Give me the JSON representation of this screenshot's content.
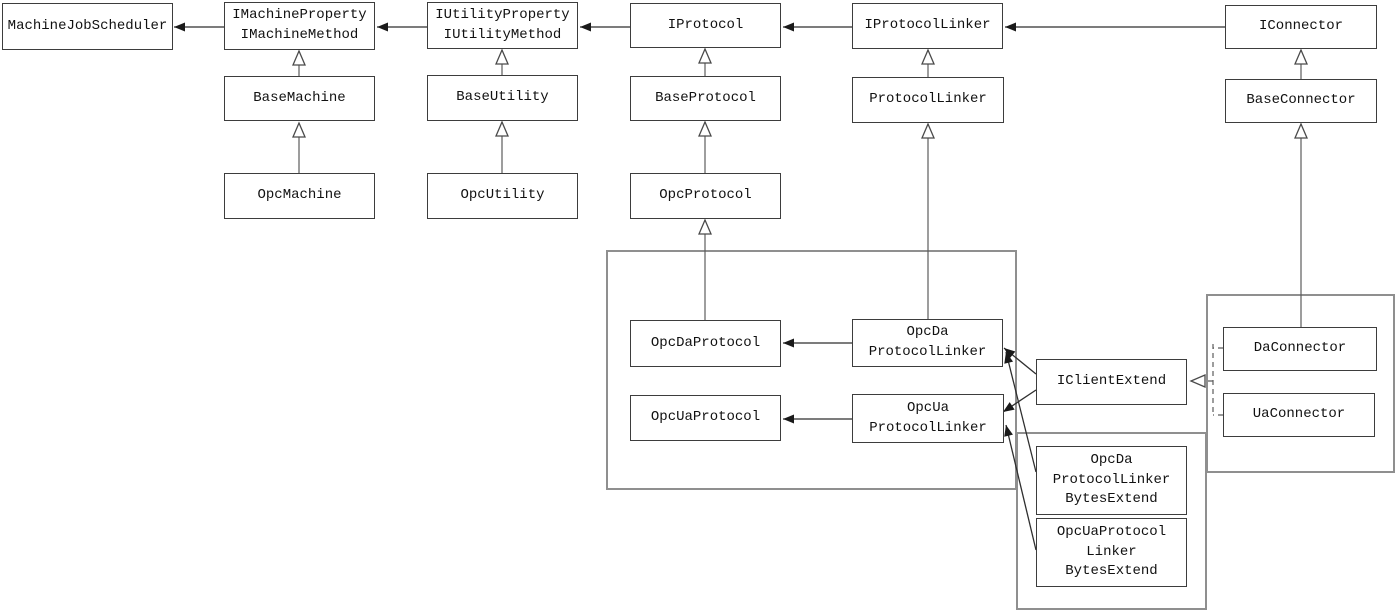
{
  "diagram": {
    "title": "OPC machine/protocol/connector class diagram",
    "nodes": {
      "machineJobScheduler": {
        "label": "MachineJobScheduler"
      },
      "iMachine": {
        "label": "IMachineProperty\nIMachineMethod"
      },
      "baseMachine": {
        "label": "BaseMachine"
      },
      "opcMachine": {
        "label": "OpcMachine"
      },
      "iUtility": {
        "label": "IUtilityProperty\nIUtilityMethod"
      },
      "baseUtility": {
        "label": "BaseUtility"
      },
      "opcUtility": {
        "label": "OpcUtility"
      },
      "iProtocol": {
        "label": "IProtocol"
      },
      "baseProtocol": {
        "label": "BaseProtocol"
      },
      "opcProtocol": {
        "label": "OpcProtocol"
      },
      "iProtocolLinker": {
        "label": "IProtocolLinker"
      },
      "protocolLinker": {
        "label": "ProtocolLinker"
      },
      "iConnector": {
        "label": "IConnector"
      },
      "baseConnector": {
        "label": "BaseConnector"
      },
      "opcDaProtocol": {
        "label": "OpcDaProtocol"
      },
      "opcUaProtocol": {
        "label": "OpcUaProtocol"
      },
      "opcDaProtocolLinker": {
        "label": "OpcDa\nProtocolLinker"
      },
      "opcUaProtocolLinker": {
        "label": "OpcUa\nProtocolLinker"
      },
      "iClientExtend": {
        "label": "IClientExtend"
      },
      "daConnector": {
        "label": "DaConnector"
      },
      "uaConnector": {
        "label": "UaConnector"
      },
      "opcDaProtocolLinkerBytesExtend": {
        "label": "OpcDa\nProtocolLinker\nBytesExtend"
      },
      "opcUaProtocolLinkerBytesExtend": {
        "label": "OpcUaProtocol\nLinker\nBytesExtend"
      }
    },
    "edges": {
      "association_arrows": [
        {
          "from": "iMachine",
          "to": "machineJobScheduler"
        },
        {
          "from": "iUtility",
          "to": "iMachine"
        },
        {
          "from": "iProtocol",
          "to": "iUtility"
        },
        {
          "from": "iProtocolLinker",
          "to": "iProtocol"
        },
        {
          "from": "iConnector",
          "to": "iProtocolLinker"
        },
        {
          "from": "opcDaProtocolLinker",
          "to": "opcDaProtocol"
        },
        {
          "from": "opcUaProtocolLinker",
          "to": "opcUaProtocol"
        },
        {
          "from": "iClientExtend",
          "to": "opcDaProtocolLinker"
        },
        {
          "from": "iClientExtend",
          "to": "opcUaProtocolLinker"
        },
        {
          "from": "opcDaProtocolLinkerBytesExtend",
          "to": "opcDaProtocolLinker"
        },
        {
          "from": "opcUaProtocolLinkerBytesExtend",
          "to": "opcUaProtocolLinker"
        }
      ],
      "inheritance": [
        {
          "from": "baseMachine",
          "to": "iMachine"
        },
        {
          "from": "opcMachine",
          "to": "baseMachine"
        },
        {
          "from": "baseUtility",
          "to": "iUtility"
        },
        {
          "from": "opcUtility",
          "to": "baseUtility"
        },
        {
          "from": "baseProtocol",
          "to": "iProtocol"
        },
        {
          "from": "opcProtocol",
          "to": "baseProtocol"
        },
        {
          "from": "opcDaProtocol",
          "to": "opcProtocol"
        },
        {
          "from": "protocolLinker",
          "to": "iProtocolLinker"
        },
        {
          "from": "opcDaProtocolLinker",
          "to": "protocolLinker"
        },
        {
          "from": "baseConnector",
          "to": "iConnector"
        },
        {
          "from": "daConnector",
          "to": "baseConnector"
        }
      ],
      "realization_dashed": [
        {
          "from": "daConnector",
          "to": "iClientExtend"
        },
        {
          "from": "uaConnector",
          "to": "iClientExtend"
        }
      ]
    },
    "colors": {
      "background": "#ffffff",
      "box_border": "#3d3d3d",
      "group_border": "#8f8f8f",
      "line": "#5c5c5c",
      "arrowhead": "#1a1a1a",
      "text": "#111111"
    }
  }
}
